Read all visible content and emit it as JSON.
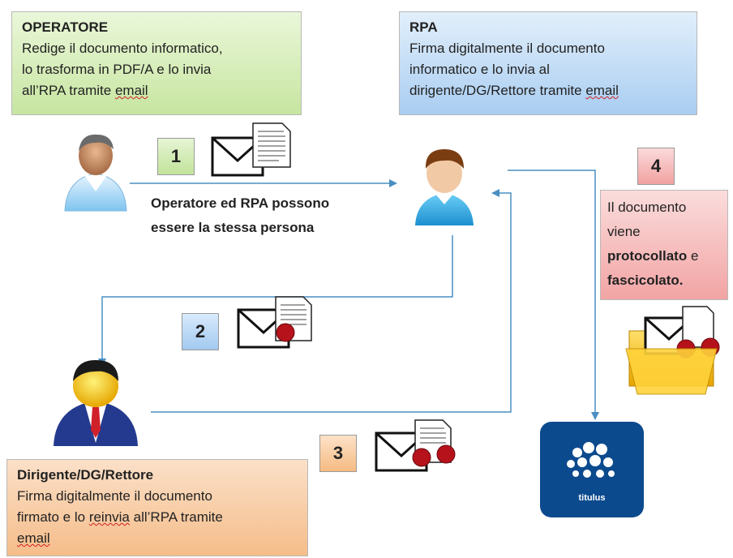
{
  "operatore": {
    "title": "OPERATORE",
    "line1": "Redige il documento informatico,",
    "line2": "lo trasforma in PDF/A e lo invia",
    "line3a": "all’RPA tramite ",
    "line3b": "email"
  },
  "rpa": {
    "title": "RPA",
    "line1": "Firma digitalmente il documento",
    "line2": "informatico e lo invia al",
    "line3a": "dirigente/DG/Rettore tramite ",
    "line3b": "email"
  },
  "dirigente": {
    "title": "Dirigente/DG/Rettore",
    "line1": "Firma digitalmente il documento",
    "line2a": "firmato e lo ",
    "line2b": "reinvia",
    "line2c": " all’RPA tramite",
    "line3": "email"
  },
  "step4": {
    "line1": "Il documento",
    "line2": "viene",
    "line3a": "protocollato",
    "line3b": " e",
    "line4": "fascicolato."
  },
  "note": {
    "line1": "Operatore ed RPA  possono",
    "line2": "essere la stessa persona"
  },
  "steps": [
    "1",
    "2",
    "3",
    "4"
  ],
  "titulus_label": "titulus",
  "colors": {
    "arrow": "#4a8fc2",
    "green_box": "#c7e5a1",
    "blue_box": "#a9cdf1",
    "orange_box": "#f5bd8a",
    "red_box": "#f2a4a4",
    "seal": "#b5121b",
    "folder": "#f4c430",
    "titulus_bg": "#0c4a8e"
  },
  "icons": [
    "operatore-person-icon",
    "rpa-person-icon",
    "dirigente-person-icon",
    "document-envelope-icon",
    "signed-envelope-icon",
    "folder-icon",
    "titulus-logo"
  ]
}
